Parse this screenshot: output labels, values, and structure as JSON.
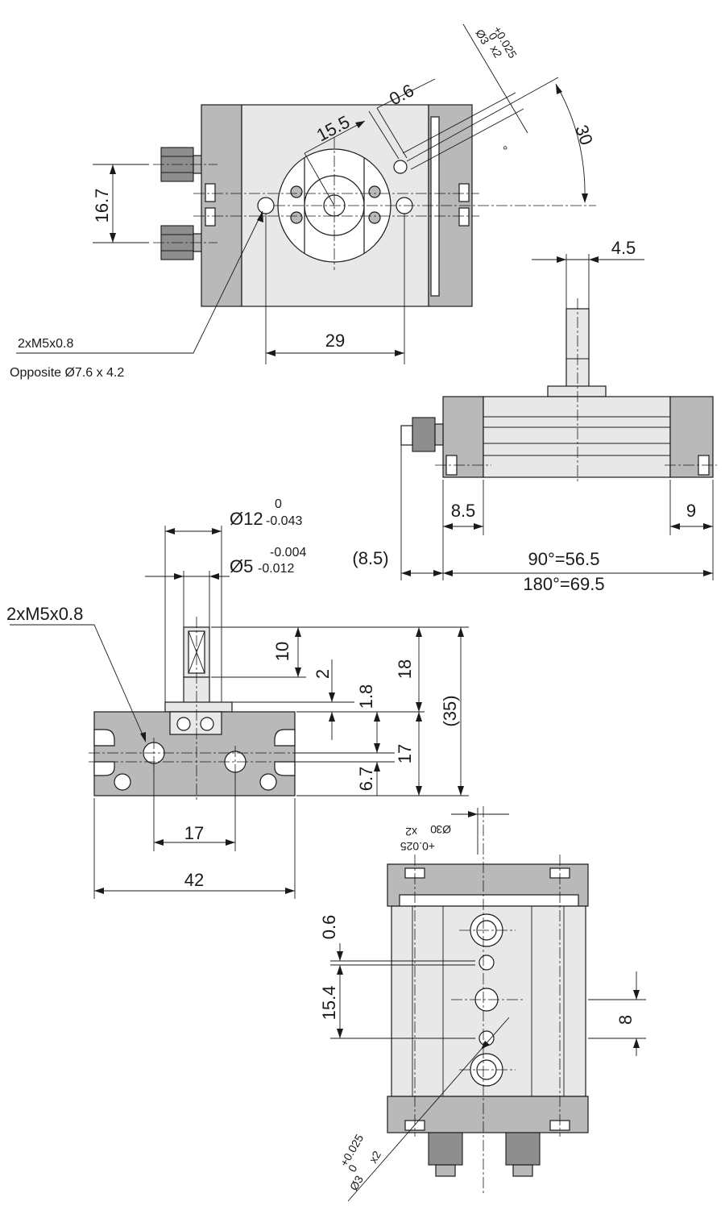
{
  "top_view": {
    "dim_slot_width": "0.6",
    "dim_radius": "15.5",
    "dim_angle": "30",
    "dim_angle_unit": "°",
    "dim_hole_spacing": "16.7",
    "dim_port_pitch": "29",
    "pin_hole_callout": {
      "dia": "Ø3",
      "tol_upper": "+0.025",
      "tol_lower": "0",
      "qty": "x2"
    },
    "port_callout": "2xM5x0.8",
    "port_callout_2": "Opposite Ø7.6 x 4.2"
  },
  "side_view": {
    "dim_shaft_offset": "4.5",
    "dim_left_cap": "8.5",
    "dim_right_cap": "9",
    "dim_fitting": "(8.5)",
    "dim_length_90": "90°=56.5",
    "dim_length_180": "180°=69.5"
  },
  "front_view": {
    "dim_shaft_dia": "Ø12",
    "dim_shaft_dia_tol_upper": "0",
    "dim_shaft_dia_tol_lower": "-0.043",
    "dim_key_dia": "Ø5",
    "dim_key_dia_tol_upper": "-0.004",
    "dim_key_dia_tol_lower": "-0.012",
    "port_callout": "2xM5x0.8",
    "dim_flat_length": "10",
    "dim_step": "2",
    "dim_shaft_length": "18",
    "dim_flange": "1.8",
    "dim_overall_height": "(35)",
    "dim_body_height": "17",
    "dim_port_height": "6.7",
    "dim_port_pitch": "17",
    "dim_body_width": "42"
  },
  "bottom_view": {
    "pin_hole_callout_top": {
      "dia": "Ø3",
      "tol_upper": "+0.025",
      "tol_lower": "0",
      "qty": "x2"
    },
    "pin_hole_callout_bottom": {
      "dia": "Ø3",
      "tol_upper": "+0.025",
      "tol_lower": "0",
      "qty": "x2"
    },
    "dim_slot": "0.6",
    "dim_pin_spacing": "15.4",
    "dim_offset": "8"
  }
}
